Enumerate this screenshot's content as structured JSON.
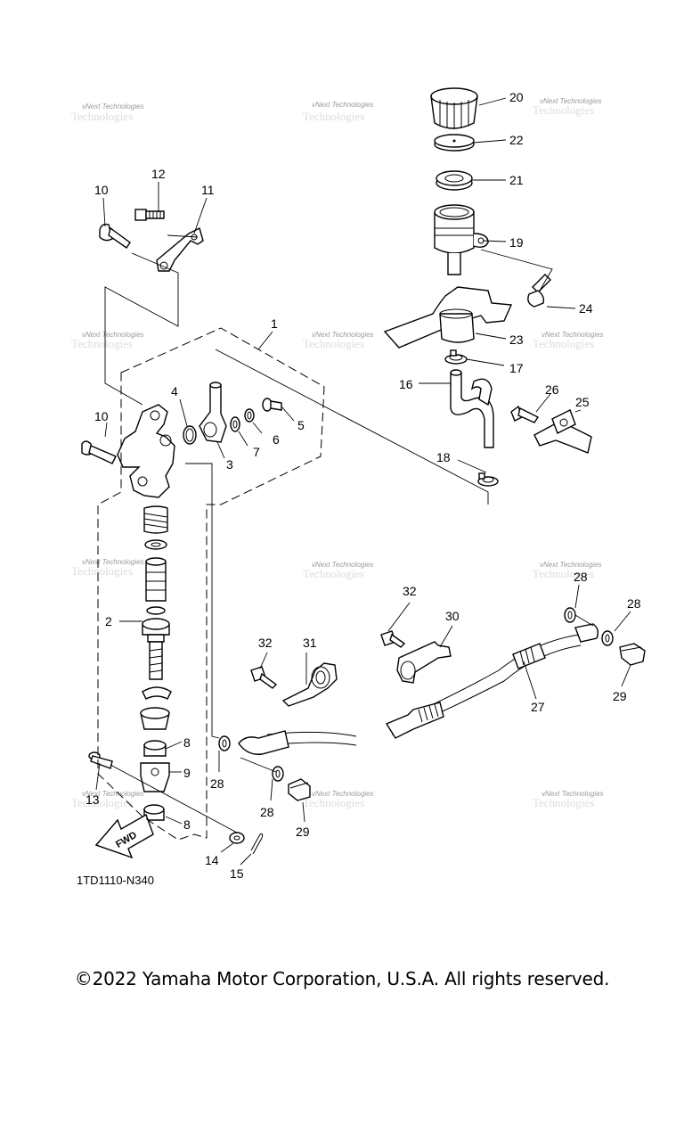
{
  "diagram": {
    "callouts": [
      {
        "id": "c20",
        "label": "20"
      },
      {
        "id": "c22",
        "label": "22"
      },
      {
        "id": "c21",
        "label": "21"
      },
      {
        "id": "c19",
        "label": "19"
      },
      {
        "id": "c24",
        "label": "24"
      },
      {
        "id": "c23",
        "label": "23"
      },
      {
        "id": "c17",
        "label": "17"
      },
      {
        "id": "c16",
        "label": "16"
      },
      {
        "id": "c26",
        "label": "26"
      },
      {
        "id": "c25",
        "label": "25"
      },
      {
        "id": "c18",
        "label": "18"
      },
      {
        "id": "c12",
        "label": "12"
      },
      {
        "id": "c10a",
        "label": "10"
      },
      {
        "id": "c11",
        "label": "11"
      },
      {
        "id": "c1",
        "label": "1"
      },
      {
        "id": "c4",
        "label": "4"
      },
      {
        "id": "c10b",
        "label": "10"
      },
      {
        "id": "c5",
        "label": "5"
      },
      {
        "id": "c6",
        "label": "6"
      },
      {
        "id": "c7",
        "label": "7"
      },
      {
        "id": "c3",
        "label": "3"
      },
      {
        "id": "c2",
        "label": "2"
      },
      {
        "id": "c8a",
        "label": "8"
      },
      {
        "id": "c9",
        "label": "9"
      },
      {
        "id": "c13",
        "label": "13"
      },
      {
        "id": "c8b",
        "label": "8"
      },
      {
        "id": "c14",
        "label": "14"
      },
      {
        "id": "c15",
        "label": "15"
      },
      {
        "id": "c32a",
        "label": "32"
      },
      {
        "id": "c30",
        "label": "30"
      },
      {
        "id": "c32b",
        "label": "32"
      },
      {
        "id": "c31",
        "label": "31"
      },
      {
        "id": "c28a",
        "label": "28"
      },
      {
        "id": "c28b",
        "label": "28"
      },
      {
        "id": "c27",
        "label": "27"
      },
      {
        "id": "c29a",
        "label": "29"
      },
      {
        "id": "c28c",
        "label": "28"
      },
      {
        "id": "c28d",
        "label": "28"
      },
      {
        "id": "c29b",
        "label": "29"
      }
    ],
    "watermark_text": "vNext Technologies",
    "fwd_label": "FWD",
    "diagram_code": "1TD1110-N340"
  },
  "footer": {
    "copyright": "©2022 Yamaha Motor Corporation, U.S.A. All rights reserved."
  }
}
